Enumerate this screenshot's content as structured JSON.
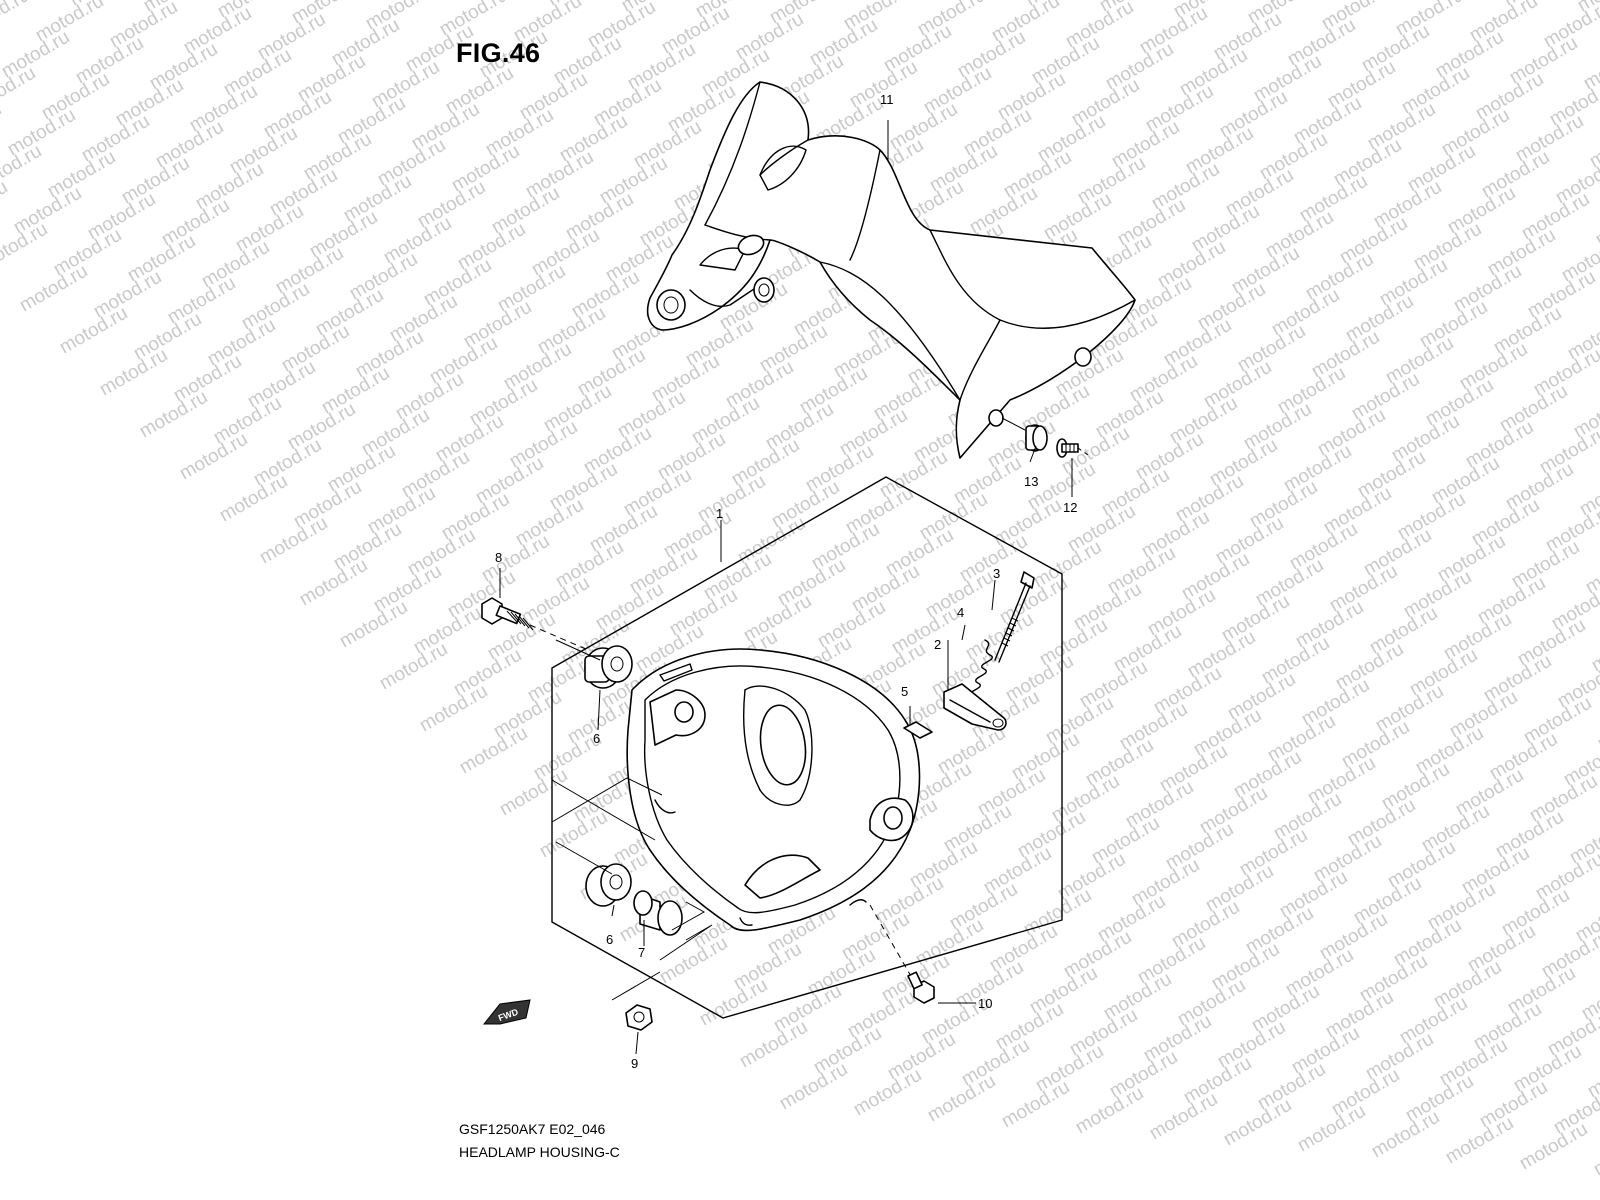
{
  "figure": {
    "title": "FIG.46",
    "model_code": "GSF1250AK7 E02_046",
    "name": "HEADLAMP HOUSING-C"
  },
  "watermark": "motod.ru",
  "direction_marker": "FWD",
  "callouts": [
    {
      "id": "1",
      "text": "1"
    },
    {
      "id": "2",
      "text": "2"
    },
    {
      "id": "3",
      "text": "3"
    },
    {
      "id": "4",
      "text": "4"
    },
    {
      "id": "5",
      "text": "5"
    },
    {
      "id": "6a",
      "text": "6"
    },
    {
      "id": "6b",
      "text": "6"
    },
    {
      "id": "7",
      "text": "7"
    },
    {
      "id": "8",
      "text": "8"
    },
    {
      "id": "9",
      "text": "9"
    },
    {
      "id": "10",
      "text": "10"
    },
    {
      "id": "11",
      "text": "11"
    },
    {
      "id": "12",
      "text": "12"
    },
    {
      "id": "13",
      "text": "13"
    }
  ]
}
